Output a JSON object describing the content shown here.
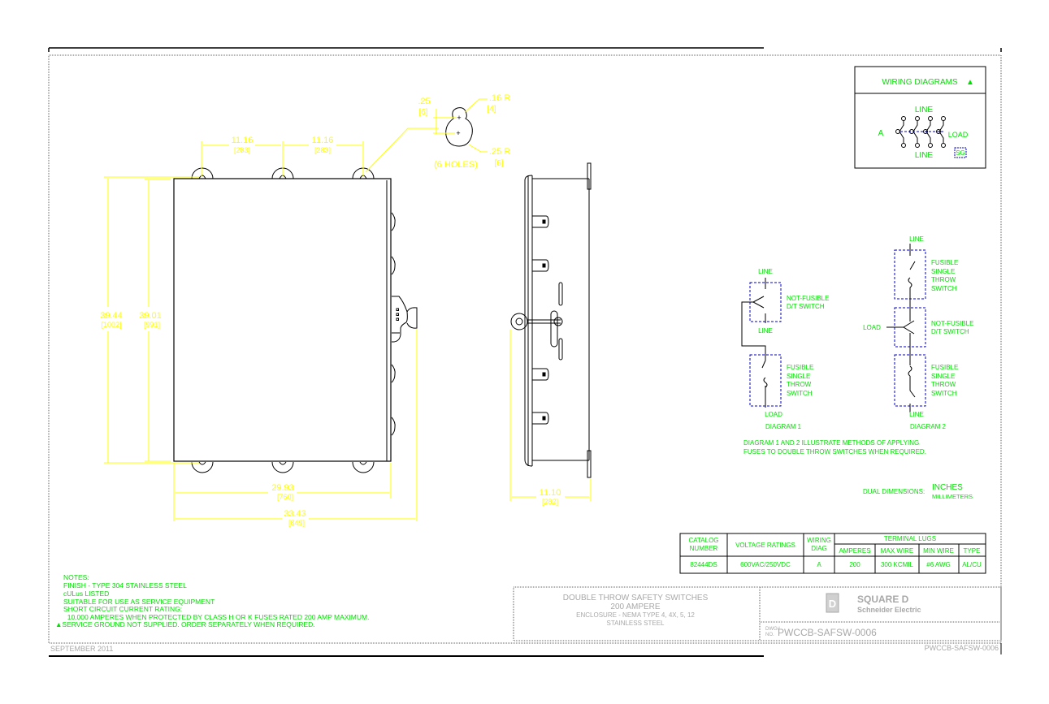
{
  "colors": {
    "background": "#ffffff",
    "dimension": "#ffff00",
    "annotation": "#00e000",
    "outline": "#000000",
    "dashed_box": "#0000c8",
    "title_block": "#a8a8a8"
  },
  "front_view": {
    "dims": {
      "hole_spacing_1": {
        "in": "11.16",
        "mm": "[283]"
      },
      "hole_spacing_2": {
        "in": "11.16",
        "mm": "[283]"
      },
      "overall_height": {
        "in": "39.44",
        "mm": "[1002]"
      },
      "body_height": {
        "in": "39.01",
        "mm": "[991]"
      },
      "body_width": {
        "in": "29.93",
        "mm": "[760]"
      },
      "overall_width": {
        "in": "33.43",
        "mm": "[849]"
      }
    }
  },
  "keyhole_detail": {
    "offset": {
      "in": ".25",
      "mm": "[6]"
    },
    "small_radius": {
      "in": ".16 R",
      "mm": "[4]"
    },
    "large_radius": {
      "in": ".25 R",
      "mm": "[6]"
    },
    "note": "(6 HOLES)"
  },
  "side_view": {
    "depth": {
      "in": "11.10",
      "mm": "[282]"
    }
  },
  "wiring_diagrams": {
    "title": "WIRING DIAGRAMS",
    "marker": "▲",
    "diagram_label": "A",
    "line_top": "LINE",
    "line_bottom": "LINE",
    "load": "LOAD",
    "sg_badge": "SG"
  },
  "diagram1": {
    "line_top": "LINE",
    "switch1": [
      "NOT-FUSIBLE",
      "D/T SWITCH"
    ],
    "line_mid": "LINE",
    "switch2": [
      "FUSIBLE",
      "SINGLE",
      "THROW",
      "SWITCH"
    ],
    "load": "LOAD",
    "caption": "DIAGRAM 1"
  },
  "diagram2": {
    "line_top": "LINE",
    "switch1": [
      "FUSIBLE",
      "SINGLE",
      "THROW",
      "SWITCH"
    ],
    "load": "LOAD",
    "switch2": [
      "NOT-FUSIBLE",
      "D/T SWITCH"
    ],
    "switch3": [
      "FUSIBLE",
      "SINGLE",
      "THROW",
      "SWITCH"
    ],
    "line_bottom": "LINE",
    "caption": "DIAGRAM 2"
  },
  "diagram_note": [
    "DIAGRAM 1 AND 2 ILLUSTRATE METHODS OF APPLYING",
    "FUSES TO DOUBLE THROW SWITCHES WHEN REQUIRED."
  ],
  "dual_dimensions": {
    "label": "DUAL DIMENSIONS:",
    "primary": "INCHES",
    "secondary": "MILLIMETERS"
  },
  "spec_table": {
    "headers": {
      "catalog": [
        "CATALOG",
        "NUMBER"
      ],
      "voltage": "VOLTAGE RATINGS",
      "wiring": [
        "WIRING",
        "DIAG"
      ],
      "terminal_lugs": "TERMINAL LUGS",
      "amperes": "AMPERES",
      "max_wire": "MAX WIRE",
      "min_wire": "MIN WIRE",
      "type": "TYPE"
    },
    "rows": [
      {
        "catalog": "82444DS",
        "voltage": "600VAC/250VDC",
        "wiring": "A",
        "amperes": "200",
        "max_wire": "300 KCMIL",
        "min_wire": "#6 AWG",
        "type": "AL/CU"
      }
    ]
  },
  "notes": {
    "title": "NOTES:",
    "lines": [
      "FINISH - TYPE 304 STAINLESS STEEL",
      "cULus LISTED",
      "SUITABLE FOR USE AS SERVICE EQUIPMENT",
      "SHORT CIRCUIT CURRENT RATING:",
      "  10,000 AMPERES WHEN PROTECTED BY CLASS H OR K FUSES RATED 200 AMP MAXIMUM.",
      "▲SERVICE GROUND NOT SUPPLIED.   ORDER SEPARATELY WHEN REQUIRED."
    ]
  },
  "title_block": {
    "title_lines": [
      "DOUBLE THROW SAFETY SWITCHES",
      "200 AMPERE",
      "ENCLOSURE - NEMA TYPE 4, 4X, 5, 12",
      "STAINLESS STEEL"
    ],
    "brand": "SQUARE D",
    "brand_sub": "Schneider Electric",
    "brand_logo": "D",
    "dwg_label": [
      "DWG#",
      "NO."
    ],
    "dwg_number": "PWCCB-SAFSW-0006"
  },
  "footer": {
    "date": "SEPTEMBER 2011",
    "ref": "PWCCB-SAFSW-0006"
  }
}
